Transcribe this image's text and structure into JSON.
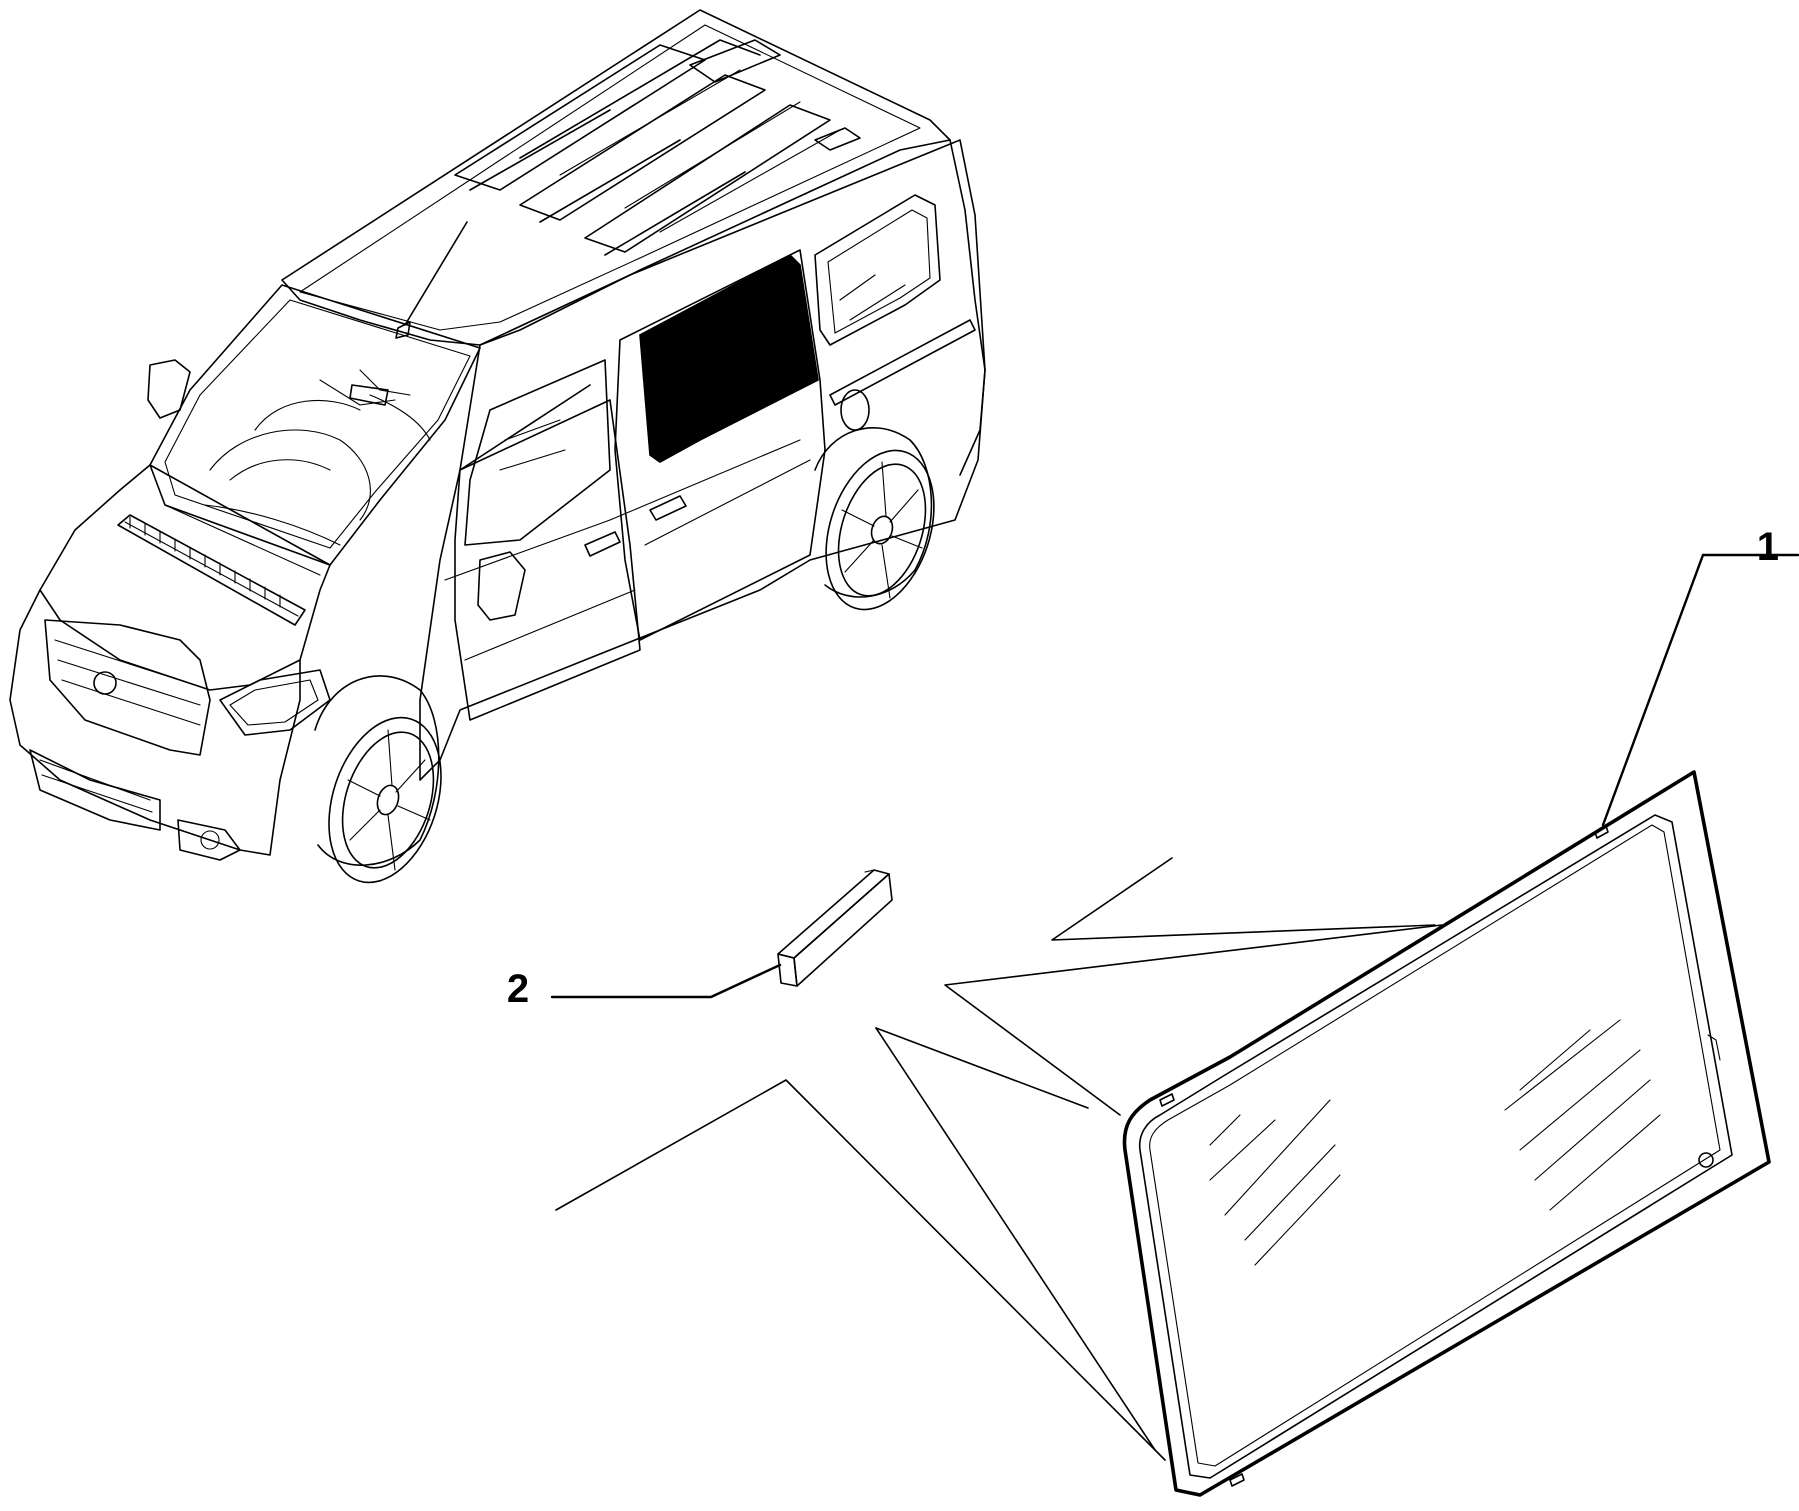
{
  "callouts": [
    {
      "id": "1",
      "label": "1"
    },
    {
      "id": "2",
      "label": "2"
    }
  ],
  "colors": {
    "line": "#000000",
    "background": "#ffffff",
    "highlighted_part": "#000000"
  }
}
